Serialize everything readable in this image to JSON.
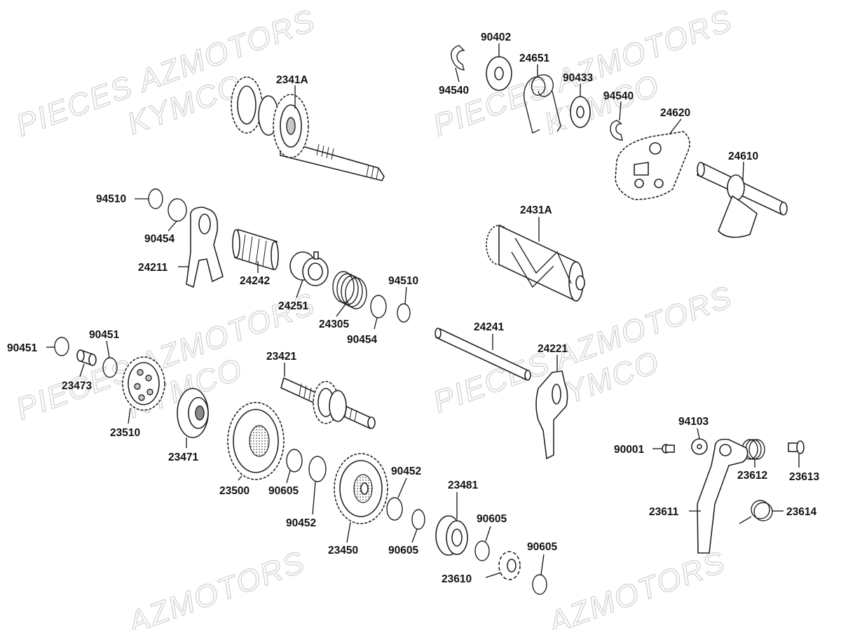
{
  "watermarks": [
    {
      "line1": "PIECES AZMOTORS",
      "line2": "KYMCO"
    },
    {
      "line1": "PIECES AZMOTORS",
      "line2": "KYMCO"
    },
    {
      "line1": "PIECES AZMOTORS",
      "line2": "KYMCO"
    },
    {
      "line1": "PIECES AZMOTORS",
      "line2": "KYMCO"
    },
    {
      "line1": "AZMOTORS"
    },
    {
      "line1": "AZMOTORS"
    }
  ],
  "parts": [
    {
      "number": "2341A"
    },
    {
      "number": "90402"
    },
    {
      "number": "24651"
    },
    {
      "number": "90433"
    },
    {
      "number": "94540"
    },
    {
      "number": "94540"
    },
    {
      "number": "24620"
    },
    {
      "number": "24610"
    },
    {
      "number": "94510"
    },
    {
      "number": "90454"
    },
    {
      "number": "24211"
    },
    {
      "number": "24242"
    },
    {
      "number": "24251"
    },
    {
      "number": "24305"
    },
    {
      "number": "94510"
    },
    {
      "number": "90454"
    },
    {
      "number": "2431A"
    },
    {
      "number": "24241"
    },
    {
      "number": "24221"
    },
    {
      "number": "90451"
    },
    {
      "number": "90451"
    },
    {
      "number": "23473"
    },
    {
      "number": "23510"
    },
    {
      "number": "23471"
    },
    {
      "number": "23421"
    },
    {
      "number": "23500"
    },
    {
      "number": "90605"
    },
    {
      "number": "90452"
    },
    {
      "number": "23450"
    },
    {
      "number": "90452"
    },
    {
      "number": "90605"
    },
    {
      "number": "23481"
    },
    {
      "number": "90605"
    },
    {
      "number": "90605"
    },
    {
      "number": "23610"
    },
    {
      "number": "94103"
    },
    {
      "number": "90001"
    },
    {
      "number": "23612"
    },
    {
      "number": "23613"
    },
    {
      "number": "23611"
    },
    {
      "number": "23614"
    }
  ]
}
